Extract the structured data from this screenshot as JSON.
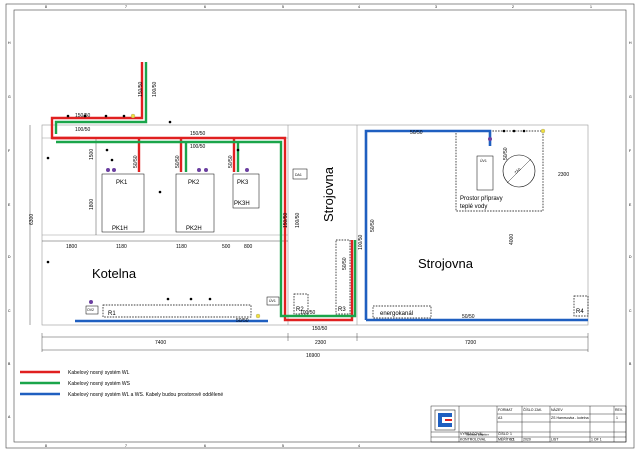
{
  "frame": {
    "col_labels": [
      "8",
      "7",
      "6",
      "5",
      "4",
      "3",
      "2",
      "1"
    ],
    "row_labels": [
      "H",
      "G",
      "F",
      "E",
      "D",
      "C",
      "B",
      "A"
    ]
  },
  "rooms": {
    "kotelna": "Kotelna",
    "strojovna_vertical": "Strojovna",
    "strojovna": "Strojovna",
    "prostor_line1": "Prostor přípravy",
    "prostor_line2": "teplé vody",
    "energokanal": "energokanál"
  },
  "equipment": {
    "pk1": "PK1",
    "pk2": "PK2",
    "pk3": "PK3",
    "pk1h": "PK1H",
    "pk2h": "PK2H",
    "pk3h": "PK3H",
    "r1": "R1",
    "r2": "R2",
    "r3": "R3",
    "r4": "R4",
    "uv1": "ÚV1",
    "uv1b": "ÚV1",
    "ov2": "OV2",
    "da1": "DA1",
    "zas": "ZÁS"
  },
  "tray_labels": {
    "vert_150": "150/50",
    "vert_100": "100/50",
    "top_150": "150/50",
    "top_100": "100/50",
    "mid_150": "150/50",
    "mid_100": "100/50",
    "pk1": "50/50",
    "pk2": "50/50",
    "pk3": "50/50",
    "col_150": "150/50",
    "col_100": "100/50",
    "bottom_100": "100/50",
    "bottom_150": "150/50",
    "r3_100": "100/50",
    "r3_50": "50/50",
    "blue_top": "50/50",
    "blue_vert": "50/50",
    "blue_left": "50/50",
    "blue_right": "50/50",
    "blue_twv": "50/50"
  },
  "dimensions": {
    "kot_1800": "1800",
    "kot_1180a": "1180",
    "kot_1180b": "1180",
    "kot_500": "500",
    "kot_800": "800",
    "left_6300": "6300",
    "left_1500": "1500",
    "left_1800": "1800",
    "bot_7400": "7400",
    "bot_2300": "2300",
    "bot_7200": "7200",
    "bot_16900": "16900",
    "right_2300": "2300",
    "right_4000": "4000"
  },
  "legend": {
    "wl": "Kabelový nosný systém WL",
    "ws": "Kabelový nosný systém WS",
    "both": "Kabelový nosný systém WL a WS. Kabely budou prostorově oddělené"
  },
  "title_block": {
    "row1": [
      "",
      "",
      "",
      "",
      "",
      "",
      ""
    ],
    "author_label": "VYPRACOVAL",
    "author": "Miroslav Legeker",
    "checked_label": "KONTROLOVAL",
    "drawing_title": "ZS Hamrsovka - kotelna",
    "scale_label": "MĚŘÍTKO",
    "scale": "1:1",
    "date_label": "DATUM",
    "date": "2020",
    "sheet_label": "LIST",
    "sheet": "1 OF 1",
    "num_label": "ČÍSLO",
    "num": "1",
    "rev_label": "REV.",
    "rev": "1",
    "format_label": "FORMAT",
    "format": "A3",
    "project_label": "ČÍSLO ZAK.",
    "project": "",
    "title_label": "NÁZEV"
  },
  "colors": {
    "red": "#e02020",
    "green": "#1aa54a",
    "blue": "#1f5fc0"
  }
}
